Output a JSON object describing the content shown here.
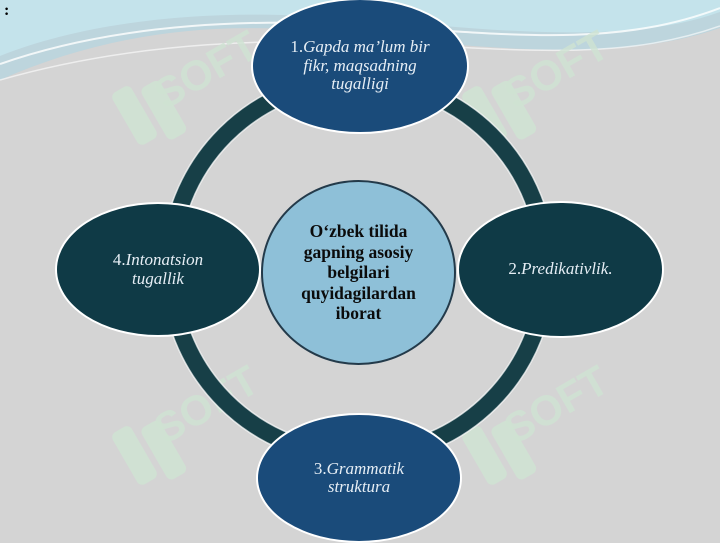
{
  "slide": {
    "corner_mark": ":",
    "watermark_text": "SOFT",
    "colors": {
      "background": "#d4d4d4",
      "ring": "#173f47",
      "node_blue": "#1a4b7a",
      "node_teal": "#0f3a46",
      "center_fill": "#8ec0d8",
      "swoosh": "#a9d5e3"
    }
  },
  "diagram": {
    "center": "O‘zbek tilida gapning asosiy belgilari quyidagilardan iborat",
    "nodes": [
      {
        "number": "1.",
        "text": "Gapda ma’lum bir fikr, maqsadning tugalligi"
      },
      {
        "number": "2.",
        "text": "Predikativlik."
      },
      {
        "number": "3.",
        "text": "Grammatik struktura"
      },
      {
        "number": "4.",
        "text": "Intonatsion tugallik"
      }
    ]
  }
}
